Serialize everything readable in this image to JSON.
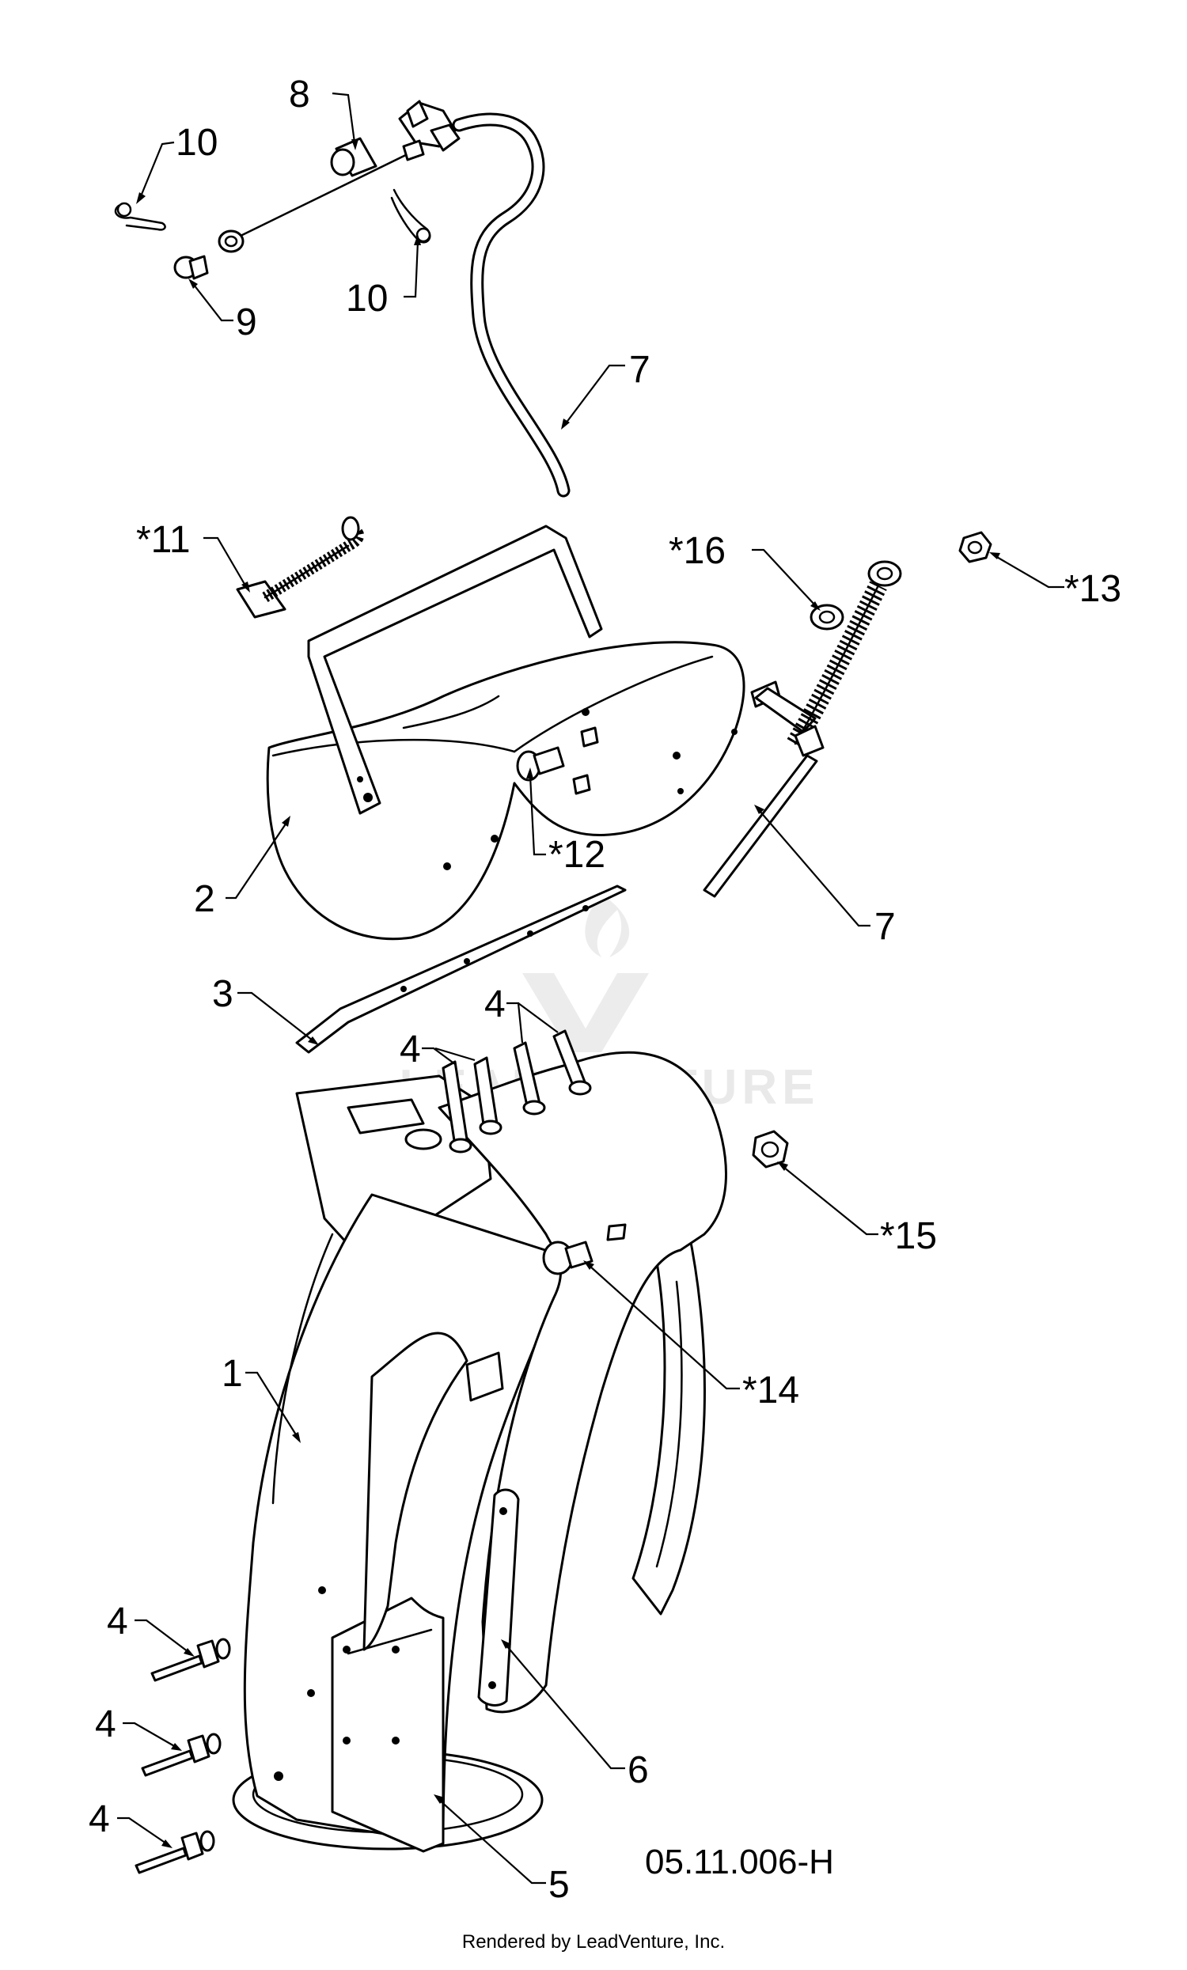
{
  "diagram": {
    "reference_code": "05.11.006-H",
    "credit": "Rendered by LeadVenture, Inc.",
    "watermark": "LEADVENTURE",
    "callouts": [
      {
        "id": "c-10a",
        "label": "10"
      },
      {
        "id": "c-8",
        "label": "8"
      },
      {
        "id": "c-9",
        "label": "9"
      },
      {
        "id": "c-10b",
        "label": "10"
      },
      {
        "id": "c-7a",
        "label": "7"
      },
      {
        "id": "c-11",
        "label": "*11"
      },
      {
        "id": "c-16",
        "label": "*16"
      },
      {
        "id": "c-13",
        "label": "*13"
      },
      {
        "id": "c-2",
        "label": "2"
      },
      {
        "id": "c-12",
        "label": "*12"
      },
      {
        "id": "c-7b",
        "label": "7"
      },
      {
        "id": "c-3",
        "label": "3"
      },
      {
        "id": "c-4a",
        "label": "4"
      },
      {
        "id": "c-4b",
        "label": "4"
      },
      {
        "id": "c-15",
        "label": "*15"
      },
      {
        "id": "c-1",
        "label": "1"
      },
      {
        "id": "c-14",
        "label": "*14"
      },
      {
        "id": "c-4c",
        "label": "4"
      },
      {
        "id": "c-4d",
        "label": "4"
      },
      {
        "id": "c-4e",
        "label": "4"
      },
      {
        "id": "c-6",
        "label": "6"
      },
      {
        "id": "c-5",
        "label": "5"
      }
    ]
  }
}
